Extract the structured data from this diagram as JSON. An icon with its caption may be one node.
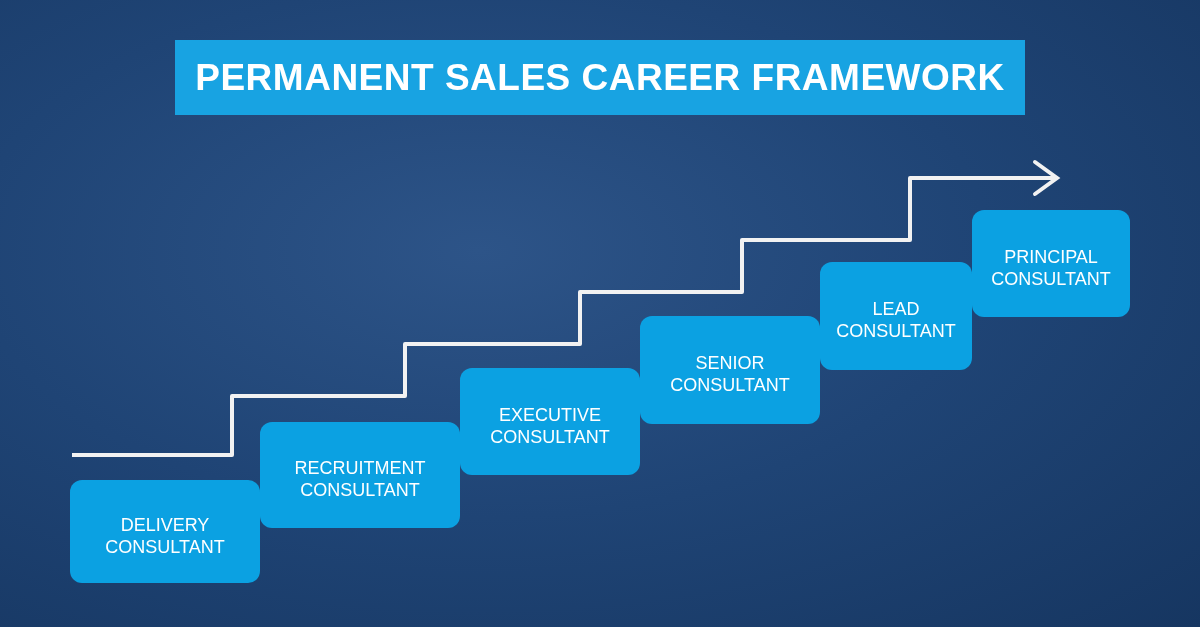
{
  "diagram": {
    "title": "PERMANENT SALES CAREER FRAMEWORK",
    "nodes": [
      {
        "text": [
          "DELIVERY CONSULTANT"
        ]
      },
      {
        "text": [
          "RECRUITMENT CONSULTANT"
        ]
      },
      {
        "text": [
          "EXECUTIVE CONSULTANT"
        ]
      },
      {
        "text": [
          "SENIOR CONSULTANT"
        ]
      },
      {
        "text": [
          "LEAD CONSULTANT"
        ]
      },
      {
        "text": [
          "PRINCIPAL CONSULTANT"
        ]
      }
    ]
  }
}
